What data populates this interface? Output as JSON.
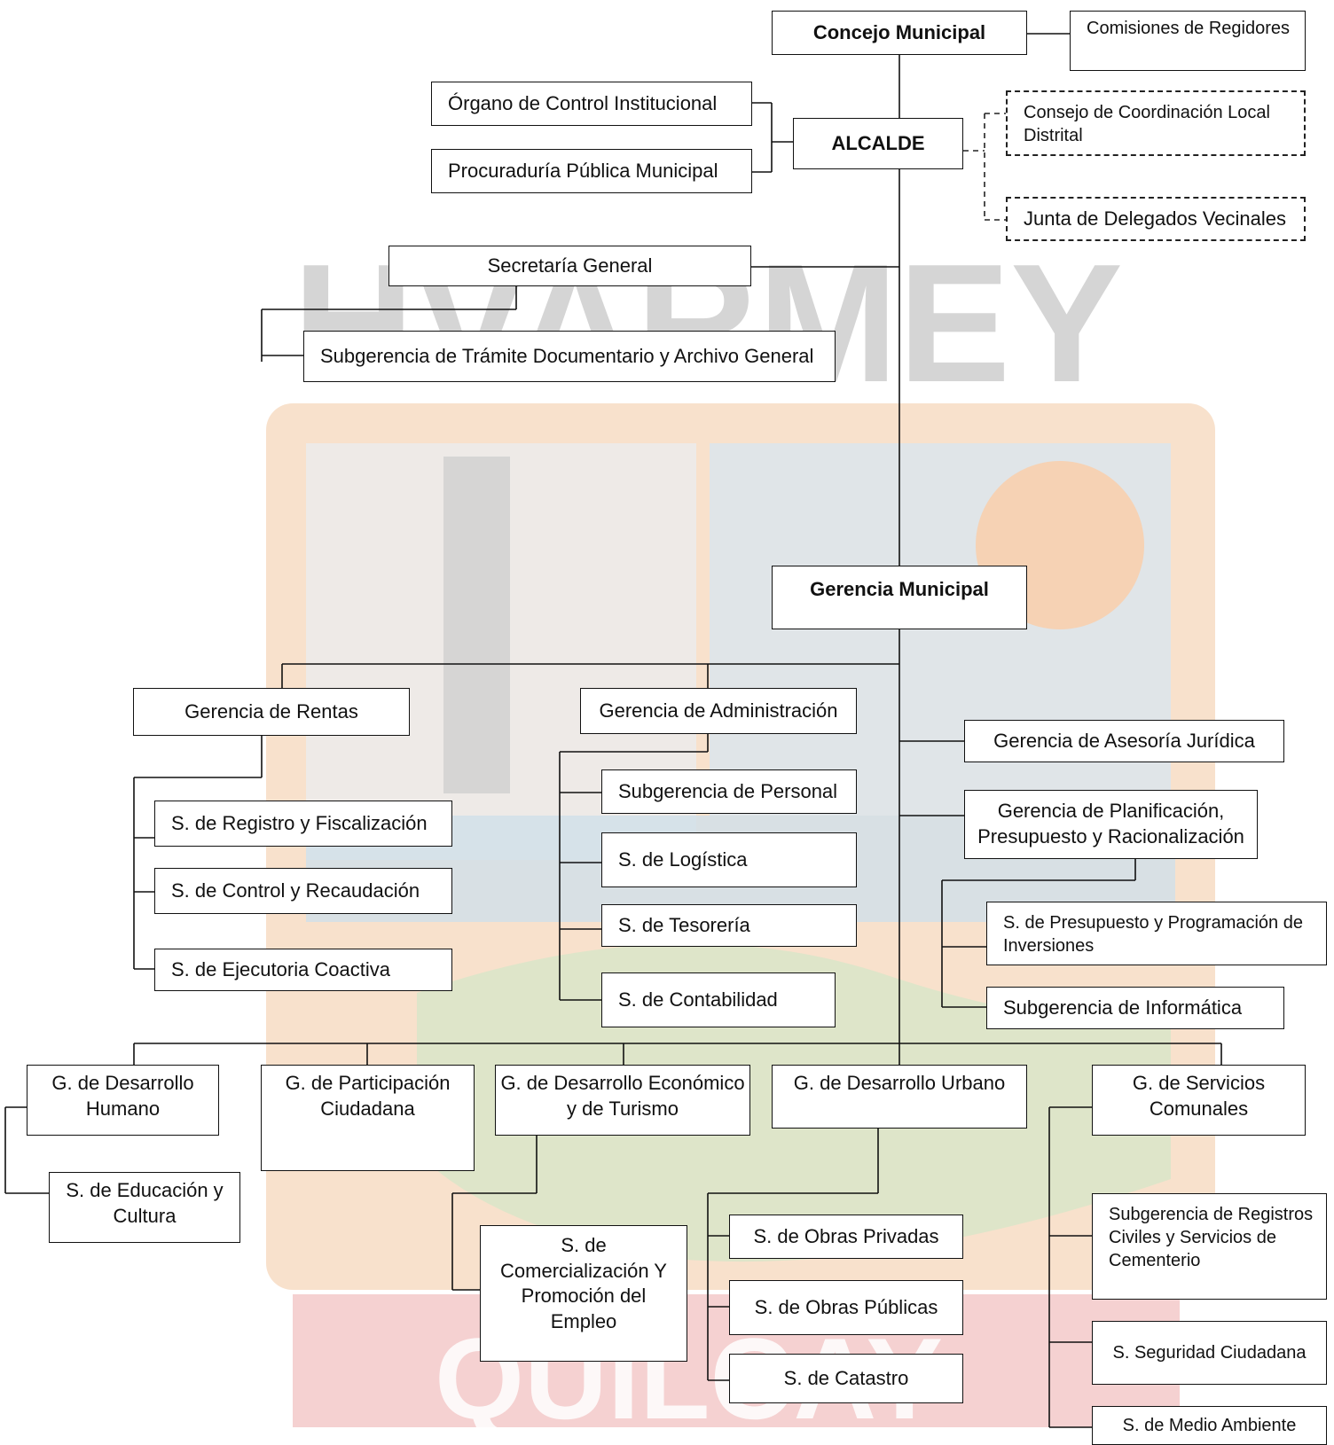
{
  "org": {
    "concejo": "Concejo Municipal",
    "comisiones": "Comisiones de Regidores",
    "oci": "Órgano de Control Institucional",
    "procuraduria": "Procuraduría Pública Municipal",
    "alcalde": "ALCALDE",
    "ccl": "Consejo de Coordinación Local Distrital",
    "junta": "Junta de Delegados Vecinales",
    "secretaria": "Secretaría General",
    "tramite": "Subgerencia de Trámite Documentario y Archivo General",
    "gerencia_municipal": "Gerencia Municipal",
    "rentas": "Gerencia de Rentas",
    "registro_fiscalizacion": "S. de Registro y Fiscalización",
    "control_recaudacion": "S.  de Control y Recaudación",
    "ejecutoria": "S.  de Ejecutoria Coactiva",
    "administracion": "Gerencia de Administración",
    "personal": "Subgerencia de Personal",
    "logistica": "S. de Logística",
    "tesoreria": "S. de Tesorería",
    "contabilidad": "S. de Contabilidad",
    "asesoria": "Gerencia de Asesoría Jurídica",
    "planificacion": "Gerencia de Planificación, Presupuesto y Racionalización",
    "presupuesto": "S. de Presupuesto y Programación de Inversiones",
    "informatica": "Subgerencia de Informática",
    "desarrollo_humano": "G. de Desarrollo Humano",
    "educacion": "S. de Educación y Cultura",
    "participacion": "G. de Participación Ciudadana",
    "economico": "G. de Desarrollo Económico  y de Turismo",
    "comercializacion": "S. de Comercialización Y Promoción  del Empleo",
    "urbano": "G. de Desarrollo Urbano",
    "obras_privadas": "S. de Obras Privadas",
    "obras_publicas": "S. de Obras Públicas",
    "catastro": "S. de Catastro",
    "servicios_comunales": "G. de Servicios Comunales",
    "registros_civiles": "Subgerencia de Registros Civiles y Servicios de Cementerio",
    "seguridad": "S. Seguridad Ciudadana",
    "medio_ambiente": "S. de Medio Ambiente"
  },
  "watermark": {
    "top_text": "HVARMEY",
    "bottom_text": "QUILCAY"
  },
  "colors": {
    "line": "#111111",
    "watermark_orange": "#f3c9a3",
    "watermark_blue": "#d9e6ef",
    "watermark_green": "#d7e6c8",
    "watermark_red": "#f2c2c2",
    "watermark_gray": "#c8c8c8",
    "watermark_sun": "#f8cfae"
  }
}
